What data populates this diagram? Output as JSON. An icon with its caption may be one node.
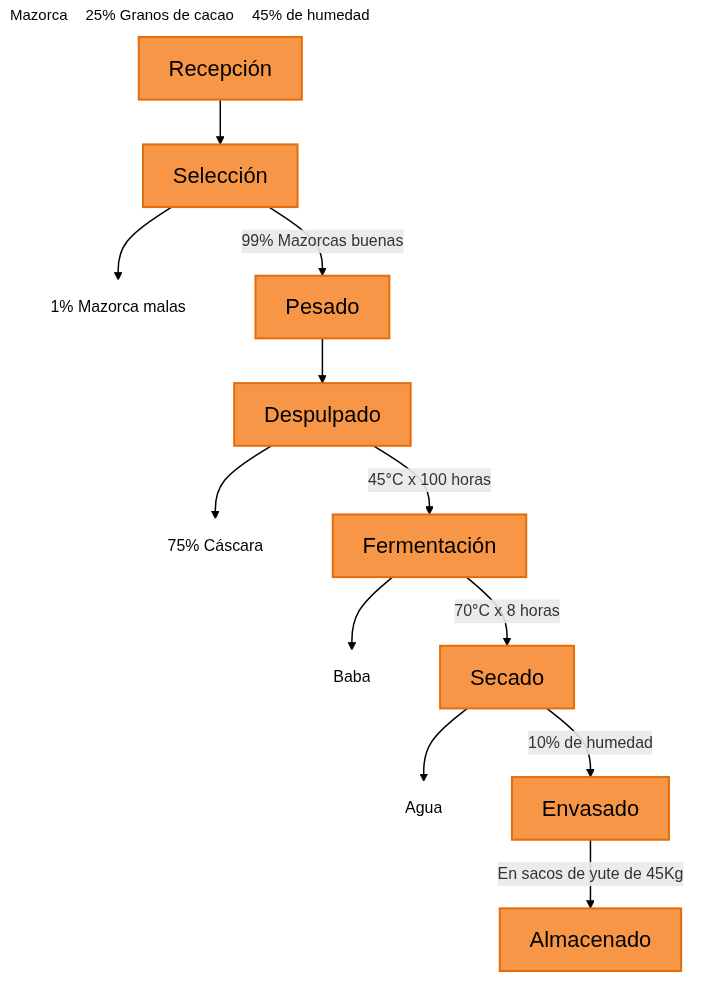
{
  "diagram": {
    "nodes": [
      {
        "text": [
          "Recepción"
        ]
      },
      {
        "text": [
          "Selección"
        ]
      },
      {
        "text": [
          "1% Mazorca malas"
        ]
      },
      {
        "text": [
          "Pesado"
        ]
      },
      {
        "text": [
          "Despulpado"
        ]
      },
      {
        "text": [
          "75% Cáscara"
        ]
      },
      {
        "text": [
          "Fermentación"
        ]
      },
      {
        "text": [
          "Baba"
        ]
      },
      {
        "text": [
          "Secado"
        ]
      },
      {
        "text": [
          "Agua"
        ]
      },
      {
        "text": [
          "Envasado"
        ]
      },
      {
        "text": [
          "Almacenado"
        ]
      }
    ],
    "edges": [
      {
        "from": 0,
        "to": 1,
        "arrow": "to"
      },
      {
        "from": 1,
        "to": 2,
        "arrow": "to"
      },
      {
        "from": 1,
        "to": 3,
        "arrow": "to",
        "label": "99% Mazorcas buenas"
      },
      {
        "from": 3,
        "to": 4,
        "arrow": "to"
      },
      {
        "from": 4,
        "to": 5,
        "arrow": "to"
      },
      {
        "from": 4,
        "to": 6,
        "arrow": "to",
        "label": "45°C x 100 horas"
      },
      {
        "from": 6,
        "to": 7,
        "arrow": "to"
      },
      {
        "from": 6,
        "to": 8,
        "arrow": "to",
        "label": "70°C x 8 horas"
      },
      {
        "from": 8,
        "to": 9,
        "arrow": "to"
      },
      {
        "from": 8,
        "to": 10,
        "arrow": "to",
        "label": "10% de humedad"
      },
      {
        "from": 10,
        "to": 11,
        "arrow": "to",
        "label": "En sacos de yute de 45Kg"
      }
    ],
    "labels": [
      "Mazorca",
      "25% Granos de cacao",
      "45% de humedad"
    ]
  }
}
